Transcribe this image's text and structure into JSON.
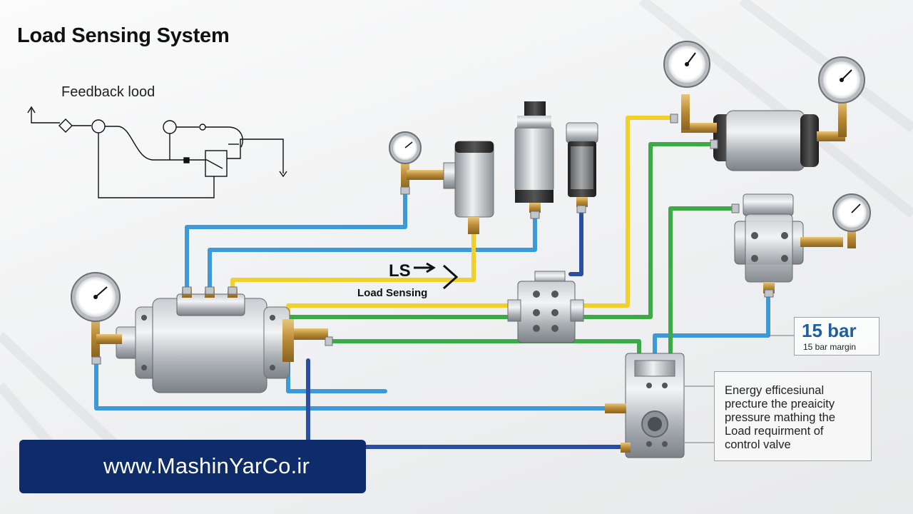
{
  "title": "Load Sensing System",
  "feedback": {
    "label": "Feedback lood"
  },
  "ls": {
    "label": "LS",
    "sublabel": "Load Sensing"
  },
  "margin": {
    "value": "15 bar",
    "label": "15 bar margin"
  },
  "note": {
    "text": "Energy efficesiunal\nprecture the preaicity\npressure mathing the\nLoad requirment of\ncontrol valve"
  },
  "brand": {
    "url": "www.MashinYarCo.ir",
    "tile_color": "#f5c400",
    "bar_color": "#0d2c69"
  },
  "lines": {
    "blue": "#3d9ad8",
    "yellow": "#f2d02c",
    "green": "#3cab47",
    "navy": "#2a4fa0"
  }
}
